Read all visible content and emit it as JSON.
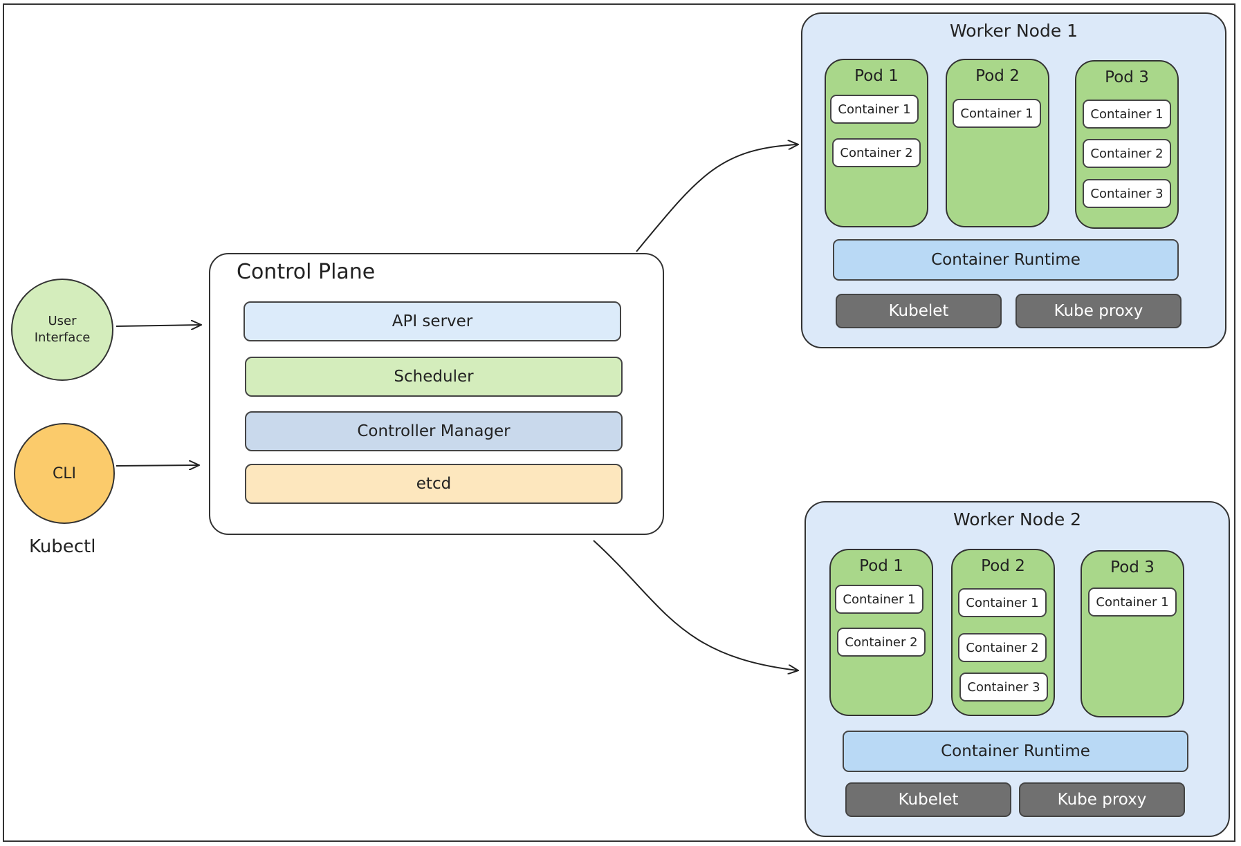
{
  "clients": {
    "ui_label": "User\nInterface",
    "cli_label": "CLI",
    "kubectl_label": "Kubectl"
  },
  "control_plane": {
    "title": "Control Plane",
    "components": [
      {
        "label": "API server",
        "color": "#dcebfa"
      },
      {
        "label": "Scheduler",
        "color": "#d4edbc"
      },
      {
        "label": "Controller Manager",
        "color": "#c9d9ec"
      },
      {
        "label": "etcd",
        "color": "#fde7be"
      }
    ]
  },
  "worker_nodes": [
    {
      "title": "Worker Node 1",
      "pods": [
        {
          "title": "Pod 1",
          "containers": [
            "Container 1",
            "Container 2"
          ]
        },
        {
          "title": "Pod 2",
          "containers": [
            "Container 1"
          ]
        },
        {
          "title": "Pod 3",
          "containers": [
            "Container 1",
            "Container 2",
            "Container 3"
          ]
        }
      ],
      "runtime": "Container Runtime",
      "kubelet": "Kubelet",
      "kube_proxy": "Kube proxy"
    },
    {
      "title": "Worker Node 2",
      "pods": [
        {
          "title": "Pod 1",
          "containers": [
            "Container 1",
            "Container 2"
          ]
        },
        {
          "title": "Pod 2",
          "containers": [
            "Container 1",
            "Container 2",
            "Container 3"
          ]
        },
        {
          "title": "Pod 3",
          "containers": [
            "Container 1"
          ]
        }
      ],
      "runtime": "Container Runtime",
      "kubelet": "Kubelet",
      "kube_proxy": "Kube proxy"
    }
  ],
  "colors": {
    "node_bg": "#dce9f9",
    "pod_bg": "#a9d78a",
    "runtime_bg": "#b9d9f5",
    "agent_bg": "#707070",
    "ui_circle": "#d4edbc",
    "cli_circle": "#fbcb6b"
  }
}
